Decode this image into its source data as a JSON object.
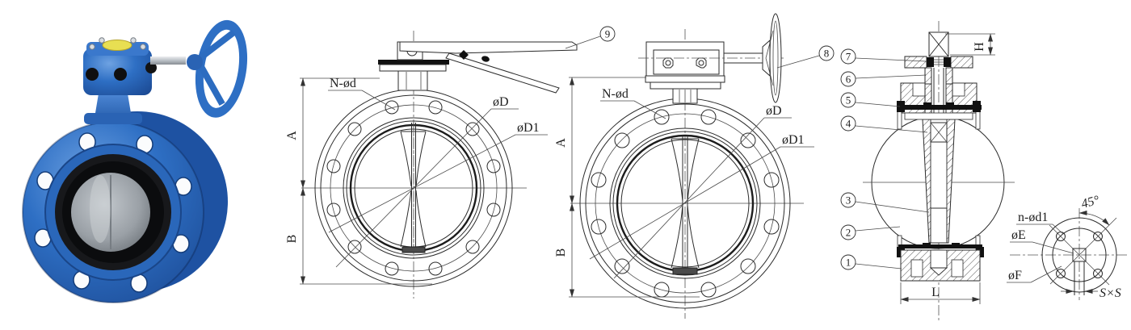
{
  "photo": {
    "alt": "blue flanged butterfly valve with gear box and handwheel",
    "body_blue": "#2e6fc4",
    "body_blue_dark": "#1c4b95",
    "body_blue_light": "#6ea2e2",
    "seat_black": "#131417",
    "disc_silver": "#a9aeb4",
    "cap_yellow": "#e8df52"
  },
  "drawing_lever": {
    "callout": "9",
    "bolt_pattern_label": "N-ød",
    "outer_dia_label": "øD",
    "bolt_circle_dia_label": "øD1",
    "dim_top": "A",
    "dim_bottom": "B"
  },
  "drawing_gear": {
    "callout": "8",
    "bolt_pattern_label": "N-ød",
    "outer_dia_label": "øD",
    "bolt_circle_dia_label": "øD1",
    "dim_top": "A",
    "dim_bottom": "B"
  },
  "section_view": {
    "callouts": [
      "7",
      "6",
      "5",
      "4",
      "3",
      "2",
      "1"
    ],
    "stem_height_label": "H",
    "face_to_face_label": "L"
  },
  "flange_detail": {
    "bolt_pattern_label": "n-ød1",
    "dia_e_label": "øE",
    "dia_f_label": "øF",
    "angle_label": "45°",
    "square_label": "S×S"
  }
}
